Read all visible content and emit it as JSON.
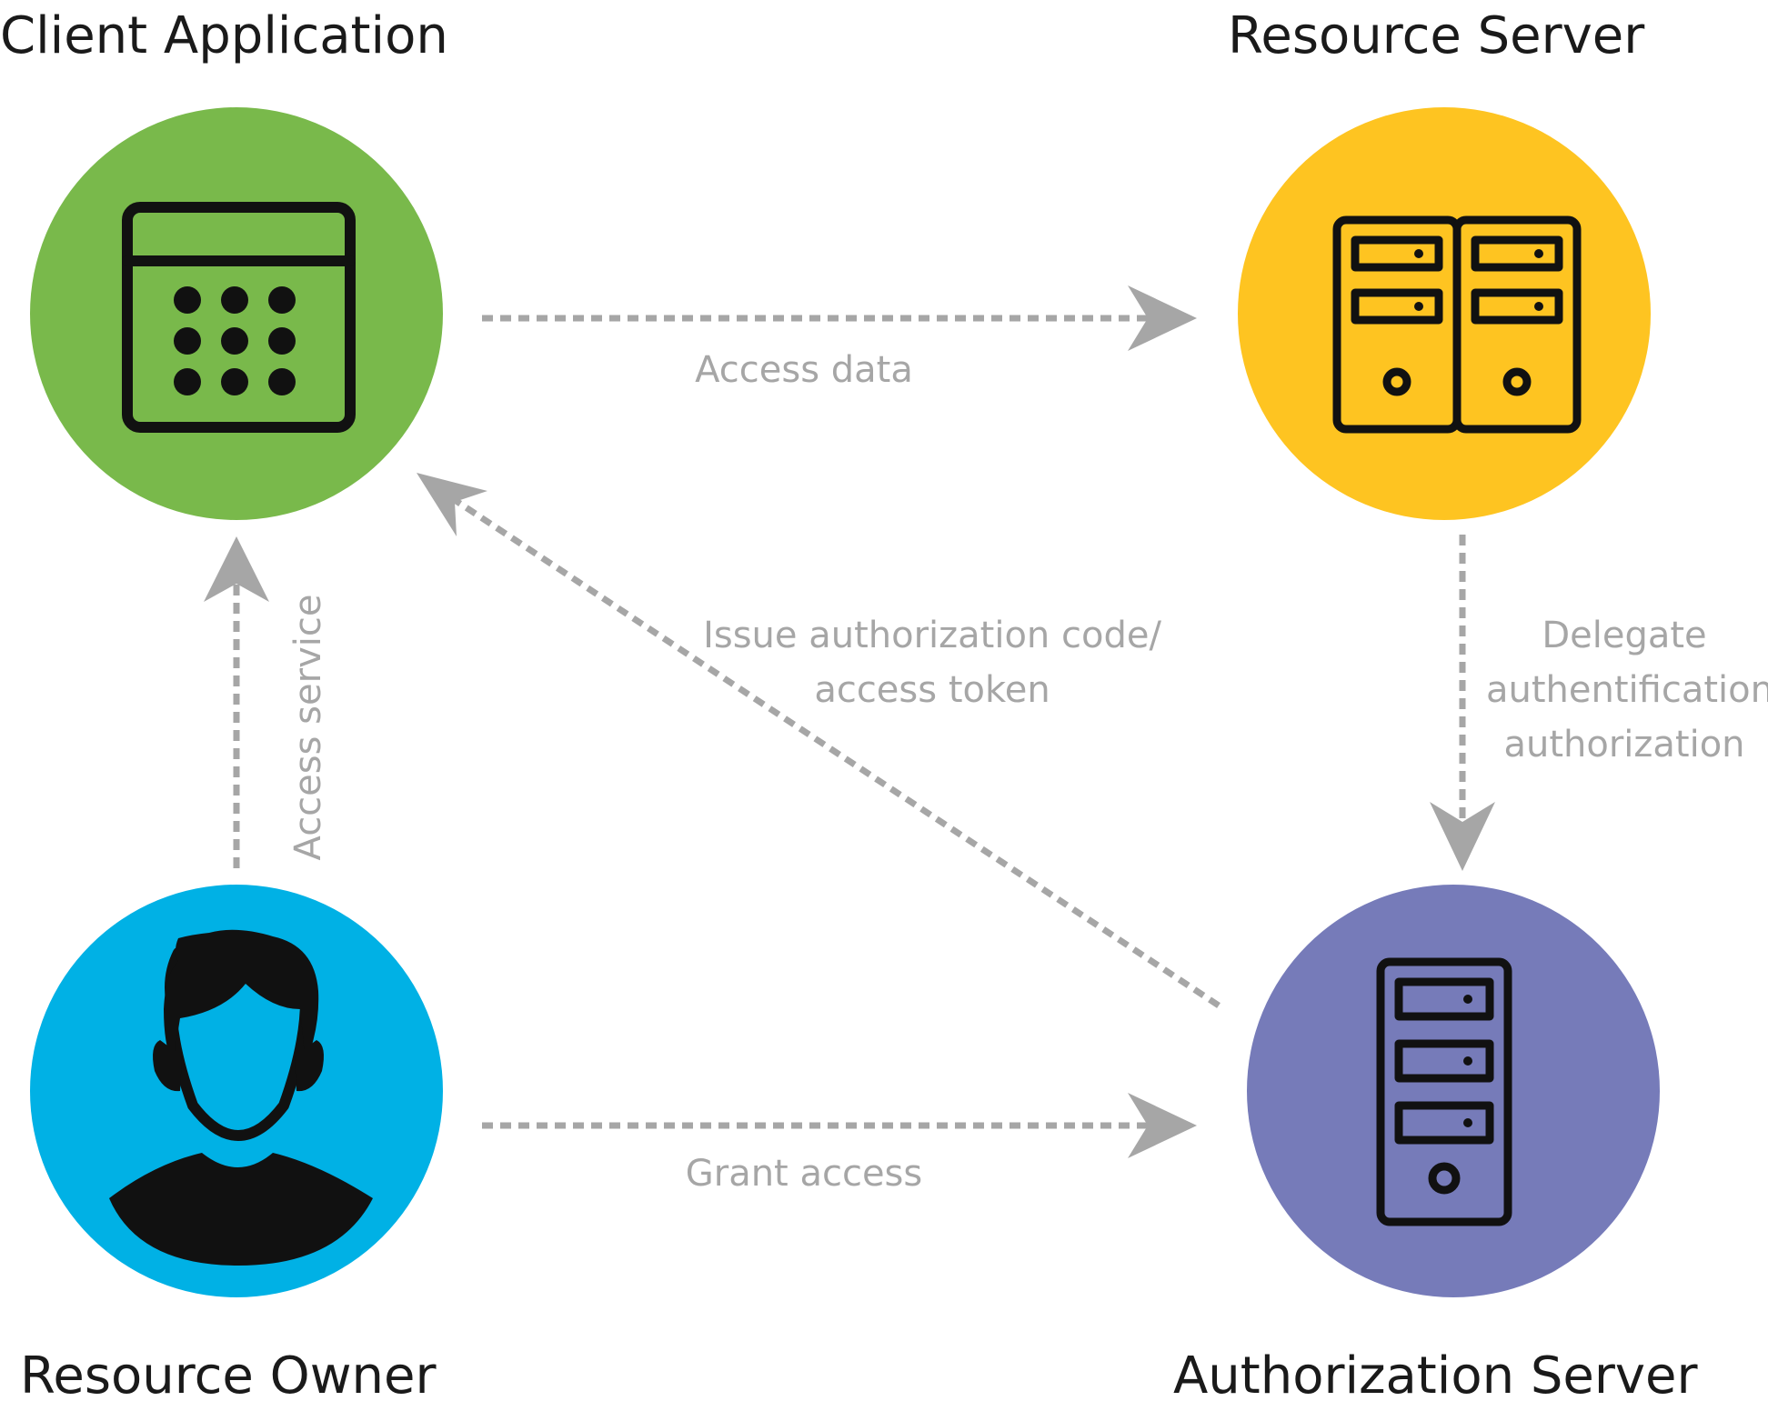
{
  "nodes": {
    "client_application": {
      "title": "Client Application",
      "color": "#79b94b",
      "icon": "app-grid-icon"
    },
    "resource_server": {
      "title": "Resource Server",
      "color": "#fec421",
      "icon": "server-pair-icon"
    },
    "resource_owner": {
      "title": "Resource Owner",
      "color": "#00b1e5",
      "icon": "user-icon"
    },
    "authorization_server": {
      "title": "Authorization Server",
      "color": "#767bb9",
      "icon": "server-tower-icon"
    }
  },
  "edges": {
    "access_data": {
      "label": "Access data"
    },
    "issue_code": {
      "line1": "Issue authorization code/",
      "line2": "access token"
    },
    "access_service": {
      "label": "Access service"
    },
    "delegate": {
      "line1": "Delegate",
      "line2": "authentification",
      "line3": "authorization"
    },
    "grant_access": {
      "label": "Grant access"
    }
  },
  "colors": {
    "arrow": "#a6a6a6",
    "icon": "#111111",
    "title_text": "#1a1a1a"
  }
}
